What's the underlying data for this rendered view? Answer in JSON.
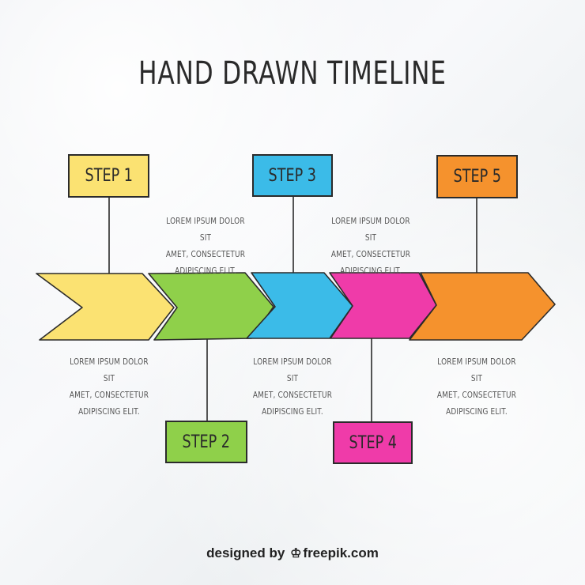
{
  "title": "HAND DRAWN TIMELINE",
  "desc_lines": [
    "LOREM IPSUM DOLOR SIT",
    "AMET, CONSECTETUR",
    "ADIPISCING ELIT."
  ],
  "steps": [
    {
      "label": "STEP 1",
      "color": "#fbe272"
    },
    {
      "label": "STEP 2",
      "color": "#8fd04a"
    },
    {
      "label": "STEP 3",
      "color": "#3bbbe8"
    },
    {
      "label": "STEP 4",
      "color": "#ef3ba9"
    },
    {
      "label": "STEP 5",
      "color": "#f5922d"
    }
  ],
  "credit": {
    "prefix": "designed by",
    "brand": "freepik.com",
    "logo_icon": "freepik-crown-icon"
  }
}
